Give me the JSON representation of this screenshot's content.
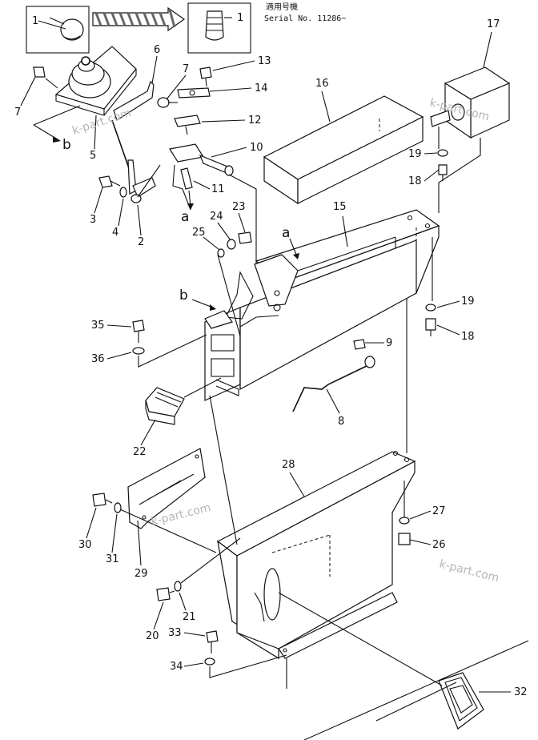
{
  "serial": {
    "heading": "適用号機",
    "text": "Serial No. 11286~"
  },
  "watermark": "k-part.com",
  "view_letters": [
    "a",
    "b"
  ],
  "parts": [
    "1",
    "2",
    "3",
    "4",
    "5",
    "6",
    "7",
    "8",
    "9",
    "10",
    "11",
    "12",
    "13",
    "14",
    "15",
    "16",
    "17",
    "18",
    "19",
    "20",
    "21",
    "22",
    "23",
    "24",
    "25",
    "26",
    "27",
    "28",
    "29",
    "30",
    "31",
    "32",
    "33",
    "34",
    "35",
    "36"
  ],
  "colors": {
    "line": "#111111",
    "background": "#ffffff",
    "watermark": "#b5b5b5"
  }
}
